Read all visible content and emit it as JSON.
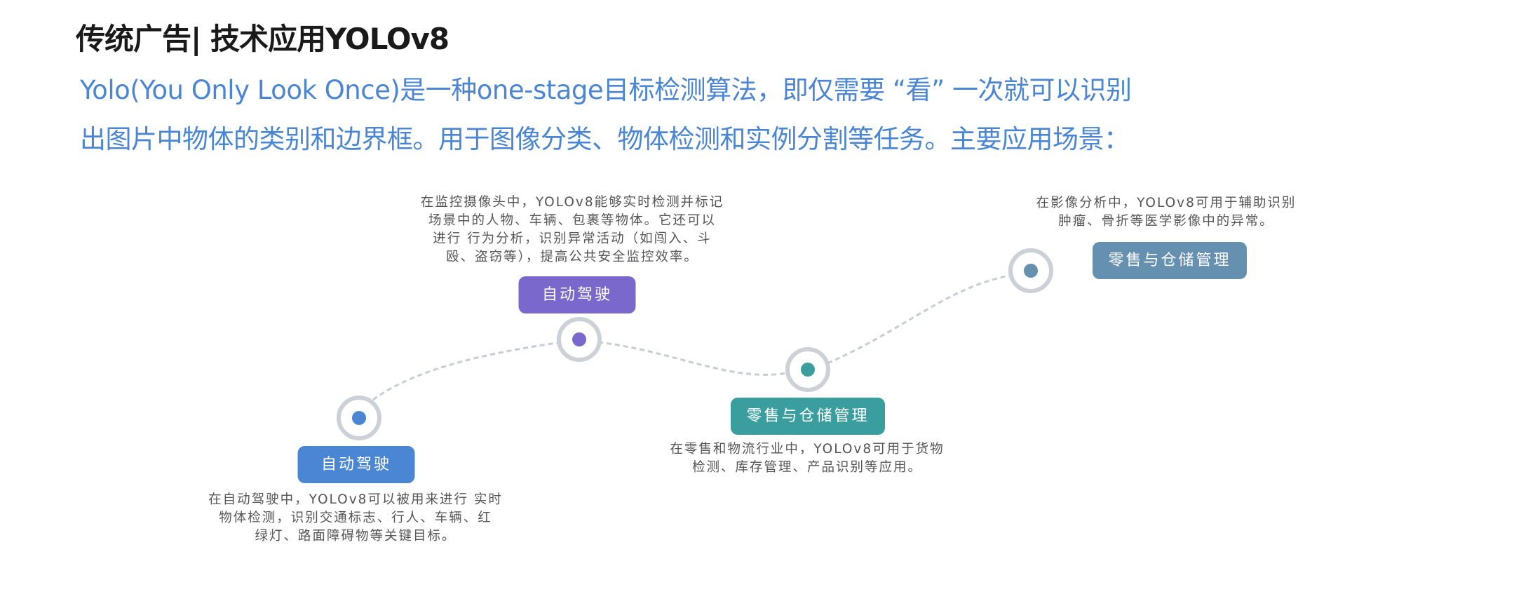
{
  "title": "传统广告| 技术应用YOLOv8",
  "intro": {
    "line1": "Yolo(You Only Look Once)是一种one-stage目标检测算法，即仅需要 “看” 一次就可以识别",
    "line2": "出图片中物体的类别和边界框。用于图像分类、物体检测和实例分割等任务。主要应用场景："
  },
  "colors": {
    "blue": "#4a86d4",
    "purple": "#7b68cc",
    "teal": "#3a9e9e",
    "steel": "#6690b0",
    "ring": "#ccd0d7"
  },
  "nodes": [
    {
      "label": "自动驾驶",
      "desc": [
        "在自动驾驶中，YOLOv8可以被用来进行 实时",
        "物体检测，识别交通标志、行人、车辆、红",
        "绿灯、路面障碍物等关键目标。"
      ]
    },
    {
      "label": "自动驾驶",
      "desc": [
        "在监控摄像头中，YOLOv8能够实时检测并标记",
        "场景中的人物、车辆、包裹等物体。它还可以",
        "进行 行为分析，识别异常活动（如闯入、斗",
        "殴、盗窃等），提高公共安全监控效率。"
      ]
    },
    {
      "label": "零售与仓储管理",
      "desc": [
        "在零售和物流行业中，YOLOv8可用于货物",
        "检测、库存管理、产品识别等应用。"
      ]
    },
    {
      "label": "零售与仓储管理",
      "desc": [
        "在影像分析中，YOLOv8可用于辅助识别",
        "肿瘤、骨折等医学影像中的异常。"
      ]
    }
  ]
}
